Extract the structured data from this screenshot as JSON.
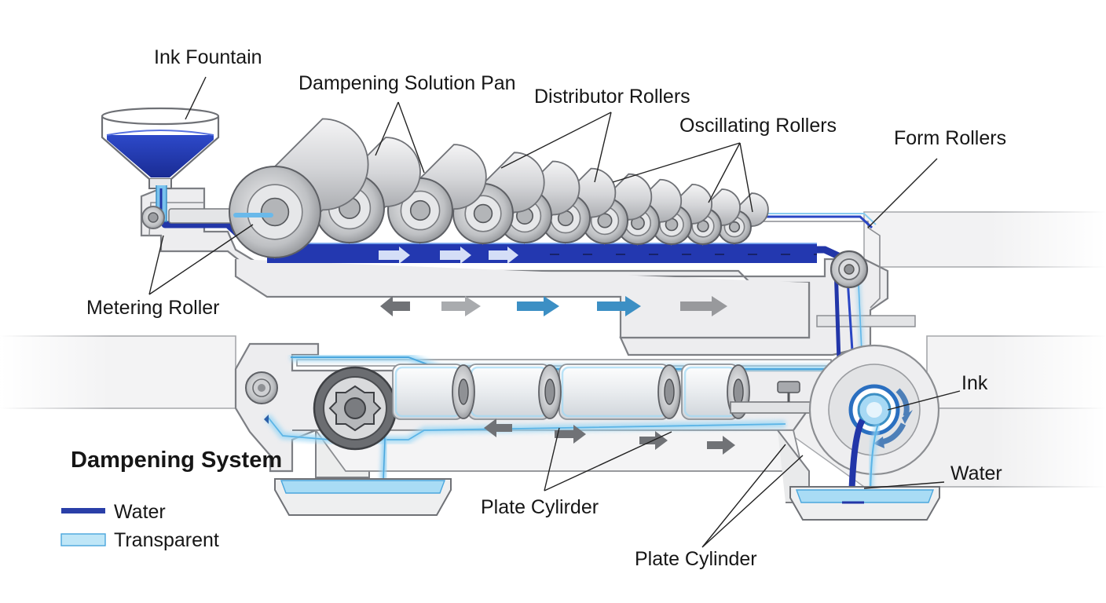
{
  "labels": {
    "ink_fountain": "Ink Fountain",
    "dampening_solution_pan": "Dampening Solution Pan",
    "distributor_rollers": "Distributor Rollers",
    "oscillating_rollers": "Oscillating Rollers",
    "form_rollers": "Form Rollers",
    "metering_roller": "Metering Roller",
    "ink": "Ink",
    "water": "Water",
    "plate_cylirder": "Plate Cylirder",
    "plate_cylinder": "Plate Cylinder",
    "dampening_system": "Dampening System"
  },
  "legend": [
    {
      "label": "Water",
      "color": "#2a3fa8"
    },
    {
      "label": "Transparent",
      "color": "#bfe6f7"
    }
  ],
  "colors": {
    "ink_dark_blue": "#2236a8",
    "water_light_blue": "#7fc9ef",
    "arrow_grey": "#8d8f93",
    "arrow_blue": "#3c8fc4",
    "metal": "#c9cacd"
  },
  "icons": {
    "flow_arrows": "arrow-right-icon",
    "rotation_arrows": "rotation-arrow-icon"
  }
}
